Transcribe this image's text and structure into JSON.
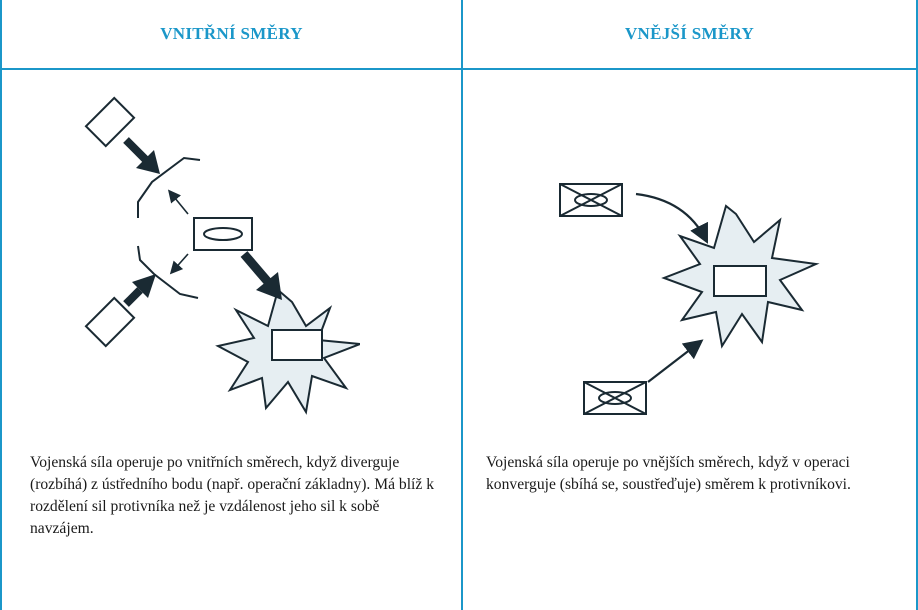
{
  "headers": {
    "left": "VNITŘNÍ SMĚRY",
    "right": "VNĚJŠÍ SMĚRY"
  },
  "descriptions": {
    "left": "Vojenská síla operuje po vnitřních směrech, když diverguje (rozbíhá) z ústředního bodu (např. operační základny). Má blíž k rozdělení sil protivníka než je vzdálenost jeho sil k sobě navzájem.",
    "right": "Vojenská síla operuje po vnějších směrech, když v operaci konverguje (sbíhá se, soustřeďuje) směrem k protivníkovi."
  },
  "colors": {
    "accent": "#1b97c9",
    "burst_fill": "#e6eef2",
    "ink": "#1a2a33"
  }
}
